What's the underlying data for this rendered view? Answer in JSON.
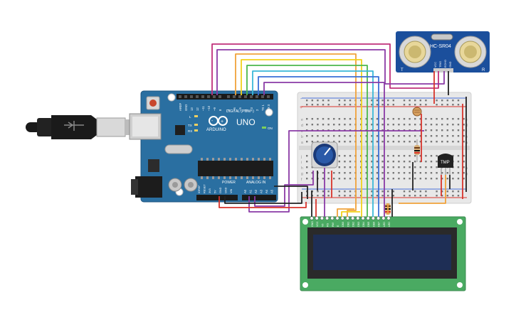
{
  "colors": {
    "arduino_board": "#2a6fa1",
    "breadboard": "#e8e8e8",
    "lcd_board": "#4aaa62",
    "lcd_screen": "#1e2e55",
    "sensor_board": "#1b4f9c",
    "wire_orange": "#f0a23a",
    "wire_yellow": "#f2d21c",
    "wire_green": "#4cb84c",
    "wire_cyan": "#3ab8d8",
    "wire_blue": "#3a6fd8",
    "wire_purple": "#8a3aa6",
    "wire_magenta": "#c0307a",
    "wire_red": "#d8342b",
    "wire_black": "#222222"
  },
  "arduino": {
    "brand": "ARDUINO",
    "model": "UNO",
    "digital_label": "DIGITAL (PWM~)",
    "analog_label": "ANALOG IN",
    "power_label": "POWER",
    "on_label": "ON",
    "led_l": "L",
    "led_tx": "TX",
    "led_rx": "RX",
    "reset_label": "RESET",
    "analog_pins": [
      "A0",
      "A1",
      "A2",
      "A3",
      "A4",
      "A5"
    ],
    "power_pins": [
      "IOREF",
      "RESET",
      "3V3",
      "5V",
      "GND",
      "GND",
      "VIN"
    ],
    "digital_pins": [
      "AREF",
      "GND",
      "13",
      "12",
      "~11",
      "~10",
      "~9",
      "8",
      "7",
      "~6",
      "~5",
      "4",
      "~3",
      "2",
      "TX 1",
      "RX 0"
    ]
  },
  "sensor": {
    "name": "HC-SR04",
    "left_mark": "T",
    "right_mark": "R",
    "pins": [
      "VCC",
      "TRIG",
      "ECHO",
      "GND"
    ]
  },
  "temp_sensor": {
    "label": "TMP"
  },
  "breadboard": {
    "row_letters_top": [
      "a",
      "b",
      "c",
      "d",
      "e"
    ],
    "row_letters_bottom": [
      "f",
      "g",
      "h",
      "i",
      "j"
    ],
    "rail_plus": "+",
    "rail_minus": "-"
  },
  "lcd": {
    "pin_labels": [
      "GND",
      "VCC",
      "V0",
      "RS",
      "RW",
      "E",
      "DB0",
      "DB1",
      "DB2",
      "DB3",
      "DB4",
      "DB5",
      "DB6",
      "DB7",
      "LED",
      "LED"
    ]
  }
}
